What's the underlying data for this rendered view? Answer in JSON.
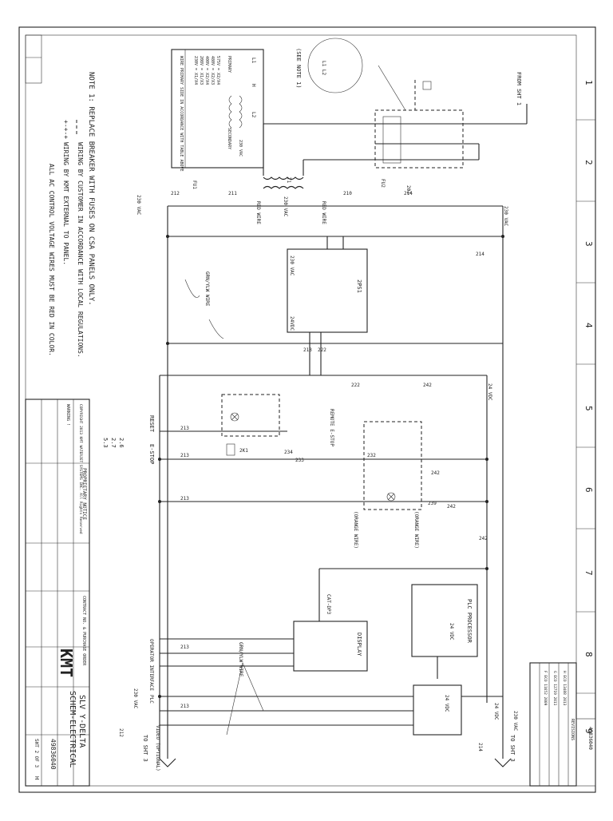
{
  "sheet": {
    "company": "KMT",
    "title_line1": "SCHEM-ELECTRICAL",
    "title_line2": "SLV Y-DELTA",
    "drawing_number": "49836040",
    "sheet": "SHT 2 OF 3",
    "revision": "H",
    "proprietary_heading": "PROPRIETARY NOTICE",
    "copyright": "COPYRIGHT 2013 KMT WATERJET SYSTEMS INC. All Rights Reserved",
    "warning_heading": "WARNING !",
    "contract_note": "CONTRACT NO. & PURCHASE ORDER"
  },
  "border": {
    "zones": [
      "1",
      "2",
      "3",
      "4",
      "5",
      "6",
      "7",
      "8",
      "9"
    ]
  },
  "notes": {
    "note1": "NOTE 1: REPLACE BREAKER WITH FUSES ON CSA PANELS ONLY.",
    "legend_dashed": "WIRING BY CUSTOMER IN ACCORDANCE WITH LOCAL REGULATIONS.",
    "legend_cross": "WIRING BY KMT EXTERNAL TO PANEL.",
    "ac_control": "ALL AC CONTROL VOLTAGE WIRES MUST BE RED IN COLOR.",
    "see_note": "(SEE NOTE 1)"
  },
  "transformer_table": {
    "header": [
      "L1",
      "H",
      "L2"
    ],
    "rows": [
      "230V = X1/X4",
      "208V = X1/X3",
      "400V = X2/X4",
      "480V = X2/X3",
      "575V = X2/X4"
    ],
    "primary": "PRIMARY",
    "secondary": "SECONDARY",
    "secondary_v": "230 VAC",
    "note": "WIRE PRIMARY SIDE IN ACCORDANCE WITH TABLE ABOVE"
  },
  "references": {
    "from_sht1": "FROM SHT 1",
    "to_sht3_a": "TO SHT 3",
    "to_sht3_b": "TO SHT 3"
  },
  "components": {
    "cb": "201",
    "fu1": "FU1",
    "fu2": "FU2",
    "t1": "T1",
    "ps": "2PS1",
    "ps_in": "230 VAC",
    "ps_out": "24VDC",
    "estop": "REMOTE E-STOP",
    "reset": "RESET",
    "estop_label": "E-STOP",
    "estop_relay": "2K1",
    "plc": "PLC PROCESSOR",
    "plc_v": "24 VDC",
    "display": "DISPLAY",
    "operator": "OPERATOR INTERFACE",
    "video": "VIDEO (OPTIONAL)",
    "plc_label": "PLC",
    "cable": "CAT-DP3"
  },
  "wires": {
    "w210": "210",
    "w211": "211",
    "w212": "212",
    "w213": "213",
    "w214": "214",
    "w222": "222",
    "w232": "232",
    "w233": "233",
    "w234": "234",
    "w239": "239",
    "w242": "242",
    "v230": "230 VAC",
    "v24": "24 VDC",
    "red_wire": "RED WIRE",
    "grn_yel": "GRN/YLW WIRE",
    "orange": "(ORANGE WIRE)"
  },
  "relay_contacts": [
    "2.6",
    "2.7",
    "5.3"
  ],
  "revisions": {
    "heading": "REVISIONS",
    "rows": [
      "H  ECO 13488  2013",
      "G  ECO 12719  2011",
      "F  ECO 11652  2009"
    ]
  }
}
